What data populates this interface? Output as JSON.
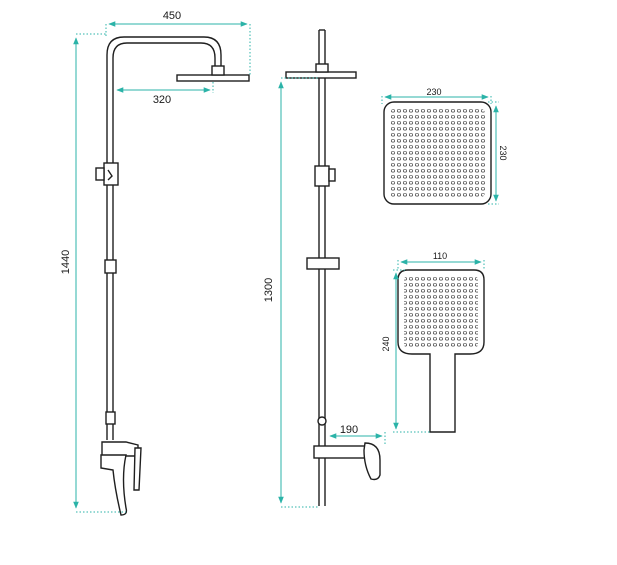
{
  "colors": {
    "dimension_line": "#2bb3a8",
    "outline": "#1f1f1f",
    "background": "#ffffff",
    "text": "#1a1a1a"
  },
  "dimensions": {
    "arm_width": "450",
    "head_offset": "320",
    "total_height": "1440",
    "rail_height": "1300",
    "mixer_depth": "190",
    "head_width": "230",
    "head_depth": "230",
    "hand_width": "110",
    "hand_length": "240"
  }
}
